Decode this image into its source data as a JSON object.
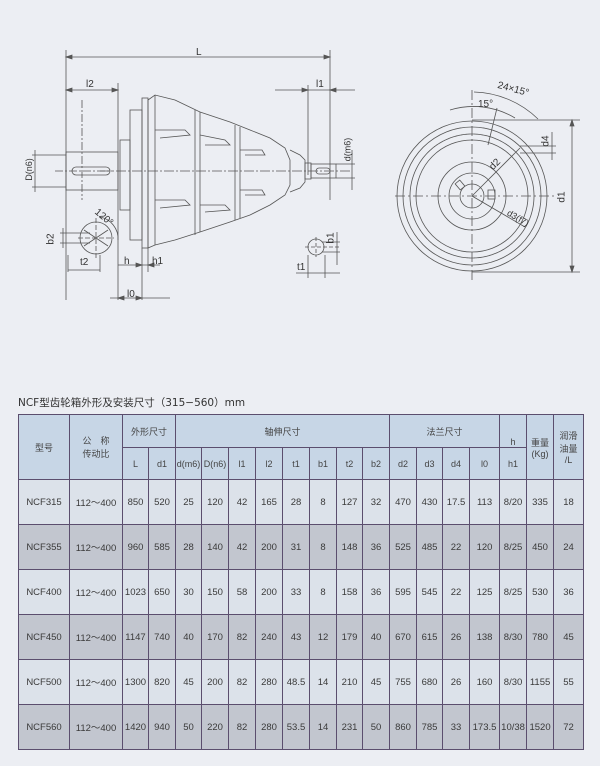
{
  "drawing": {
    "side_view": {
      "labels": {
        "L": "L",
        "l2": "l2",
        "l1": "l1",
        "D_n6": "D(n6)",
        "d_m6": "d(m6)",
        "angle_120": "120°",
        "b2": "b2",
        "t2": "t2",
        "h": "h",
        "h1": "h1",
        "l0": "l0",
        "b1": "b1",
        "t1": "t1"
      }
    },
    "end_view": {
      "labels": {
        "bolt_pattern": "24×15°",
        "angle_15": "15°",
        "d2": "d2",
        "d3": "d3(f7)",
        "d4": "d4",
        "d1": "d1"
      }
    }
  },
  "table": {
    "title": "NCF型齿轮箱外形及安装尺寸（315−560）mm",
    "headers": {
      "model": "型号",
      "ratio_line1": "公　称",
      "ratio_line2": "传动比",
      "outline_group": "外形尺寸",
      "shaft_group": "轴伸尺寸",
      "flange_group": "法兰尺寸",
      "weight_line1": "重量",
      "weight_line2": "(Kg)",
      "oil_line1": "润滑",
      "oil_line2": "油量",
      "oil_line3": "/L",
      "cols": {
        "L": "L",
        "d1": "d1",
        "d_m6": "d(m6)",
        "D_n6": "D(n6)",
        "l1": "l1",
        "l2": "l2",
        "t1": "t1",
        "b1": "b1",
        "t2": "t2",
        "b2": "b2",
        "d2": "d2",
        "d3": "d3",
        "d4": "d4",
        "l0": "l0",
        "h": "h",
        "h1": "h1"
      }
    },
    "rows": [
      {
        "model": "NCF315",
        "ratio": "112～400",
        "L": "850",
        "d1": "520",
        "d_m6": "25",
        "D_n6": "120",
        "l1": "42",
        "l2": "165",
        "t1": "28",
        "b1": "8",
        "t2": "127",
        "b2": "32",
        "d2": "470",
        "d3": "430",
        "d4": "17.5",
        "l0": "113",
        "h_h1": "8/20",
        "weight": "335",
        "oil": "18"
      },
      {
        "model": "NCF355",
        "ratio": "112～400",
        "L": "960",
        "d1": "585",
        "d_m6": "28",
        "D_n6": "140",
        "l1": "42",
        "l2": "200",
        "t1": "31",
        "b1": "8",
        "t2": "148",
        "b2": "36",
        "d2": "525",
        "d3": "485",
        "d4": "22",
        "l0": "120",
        "h_h1": "8/25",
        "weight": "450",
        "oil": "24"
      },
      {
        "model": "NCF400",
        "ratio": "112～400",
        "L": "1023",
        "d1": "650",
        "d_m6": "30",
        "D_n6": "150",
        "l1": "58",
        "l2": "200",
        "t1": "33",
        "b1": "8",
        "t2": "158",
        "b2": "36",
        "d2": "595",
        "d3": "545",
        "d4": "22",
        "l0": "125",
        "h_h1": "8/25",
        "weight": "530",
        "oil": "36"
      },
      {
        "model": "NCF450",
        "ratio": "112～400",
        "L": "1147",
        "d1": "740",
        "d_m6": "40",
        "D_n6": "170",
        "l1": "82",
        "l2": "240",
        "t1": "43",
        "b1": "12",
        "t2": "179",
        "b2": "40",
        "d2": "670",
        "d3": "615",
        "d4": "26",
        "l0": "138",
        "h_h1": "8/30",
        "weight": "780",
        "oil": "45"
      },
      {
        "model": "NCF500",
        "ratio": "112～400",
        "L": "1300",
        "d1": "820",
        "d_m6": "45",
        "D_n6": "200",
        "l1": "82",
        "l2": "280",
        "t1": "48.5",
        "b1": "14",
        "t2": "210",
        "b2": "45",
        "d2": "755",
        "d3": "680",
        "d4": "26",
        "l0": "160",
        "h_h1": "8/30",
        "weight": "1155",
        "oil": "55"
      },
      {
        "model": "NCF560",
        "ratio": "112～400",
        "L": "1420",
        "d1": "940",
        "d_m6": "50",
        "D_n6": "220",
        "l1": "82",
        "l2": "280",
        "t1": "53.5",
        "b1": "14",
        "t2": "231",
        "b2": "50",
        "d2": "860",
        "d3": "785",
        "d4": "33",
        "l0": "173.5",
        "h_h1": "10/38",
        "weight": "1520",
        "oil": "72"
      }
    ]
  }
}
